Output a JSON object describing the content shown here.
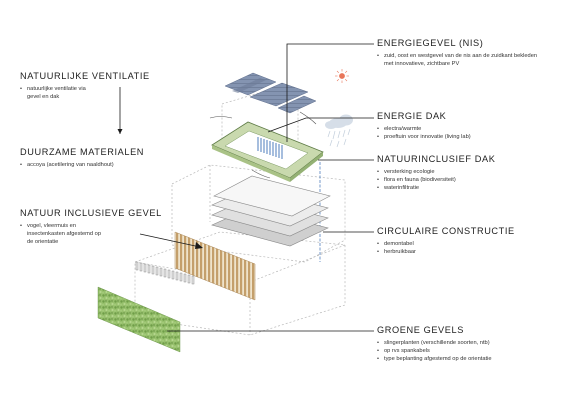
{
  "colors": {
    "solar": "#7a8aa8",
    "green_roof": "#c9d9ae",
    "green_roof_edge": "#5d7a45",
    "wood": "#c8a878",
    "greenery": "#8db866",
    "rain": "#cdd8e3",
    "sun": "#e8765a",
    "blue_line": "#3b6fb6",
    "leader": "#1a1a1a",
    "dotted": "#b5b5b5"
  },
  "left": [
    {
      "title": "NATUURLIJKE VENTILATIE",
      "bullets": [
        "natuurlijke ventilatie via gevel en dak"
      ]
    },
    {
      "title": "DUURZAME MATERIALEN",
      "bullets": [
        "accoya (acetilering van naaldhout)"
      ]
    },
    {
      "title": "NATUUR INCLUSIEVE GEVEL",
      "bullets": [
        "vogel, vleermuis en insectenkasten afgestemd op de orientatie"
      ]
    }
  ],
  "right": [
    {
      "title": "ENERGIEGEVEL (NIS)",
      "bullets": [
        "zuid, oost en westgevel van de nis aan de zuidkant bekleden met innovatieve, zichtbare PV"
      ]
    },
    {
      "title": "ENERGIE DAK",
      "bullets": [
        "electra/warmte",
        "proeftuin voor innovatie (living lab)"
      ]
    },
    {
      "title": "NATUURINCLUSIEF DAK",
      "bullets": [
        "versterking ecologie",
        "flora en fauna (biodiversiteit)",
        "waterinfiltratie"
      ]
    },
    {
      "title": "CIRCULAIRE CONSTRUCTIE",
      "bullets": [
        "demontabel",
        "herbruikbaar"
      ]
    },
    {
      "title": "GROENE GEVELS",
      "bullets": [
        "slingerplanten (verschillende soorten, ntb)",
        "op rvs spankabels",
        "type beplanting afgestemd op de orientatie"
      ]
    }
  ]
}
